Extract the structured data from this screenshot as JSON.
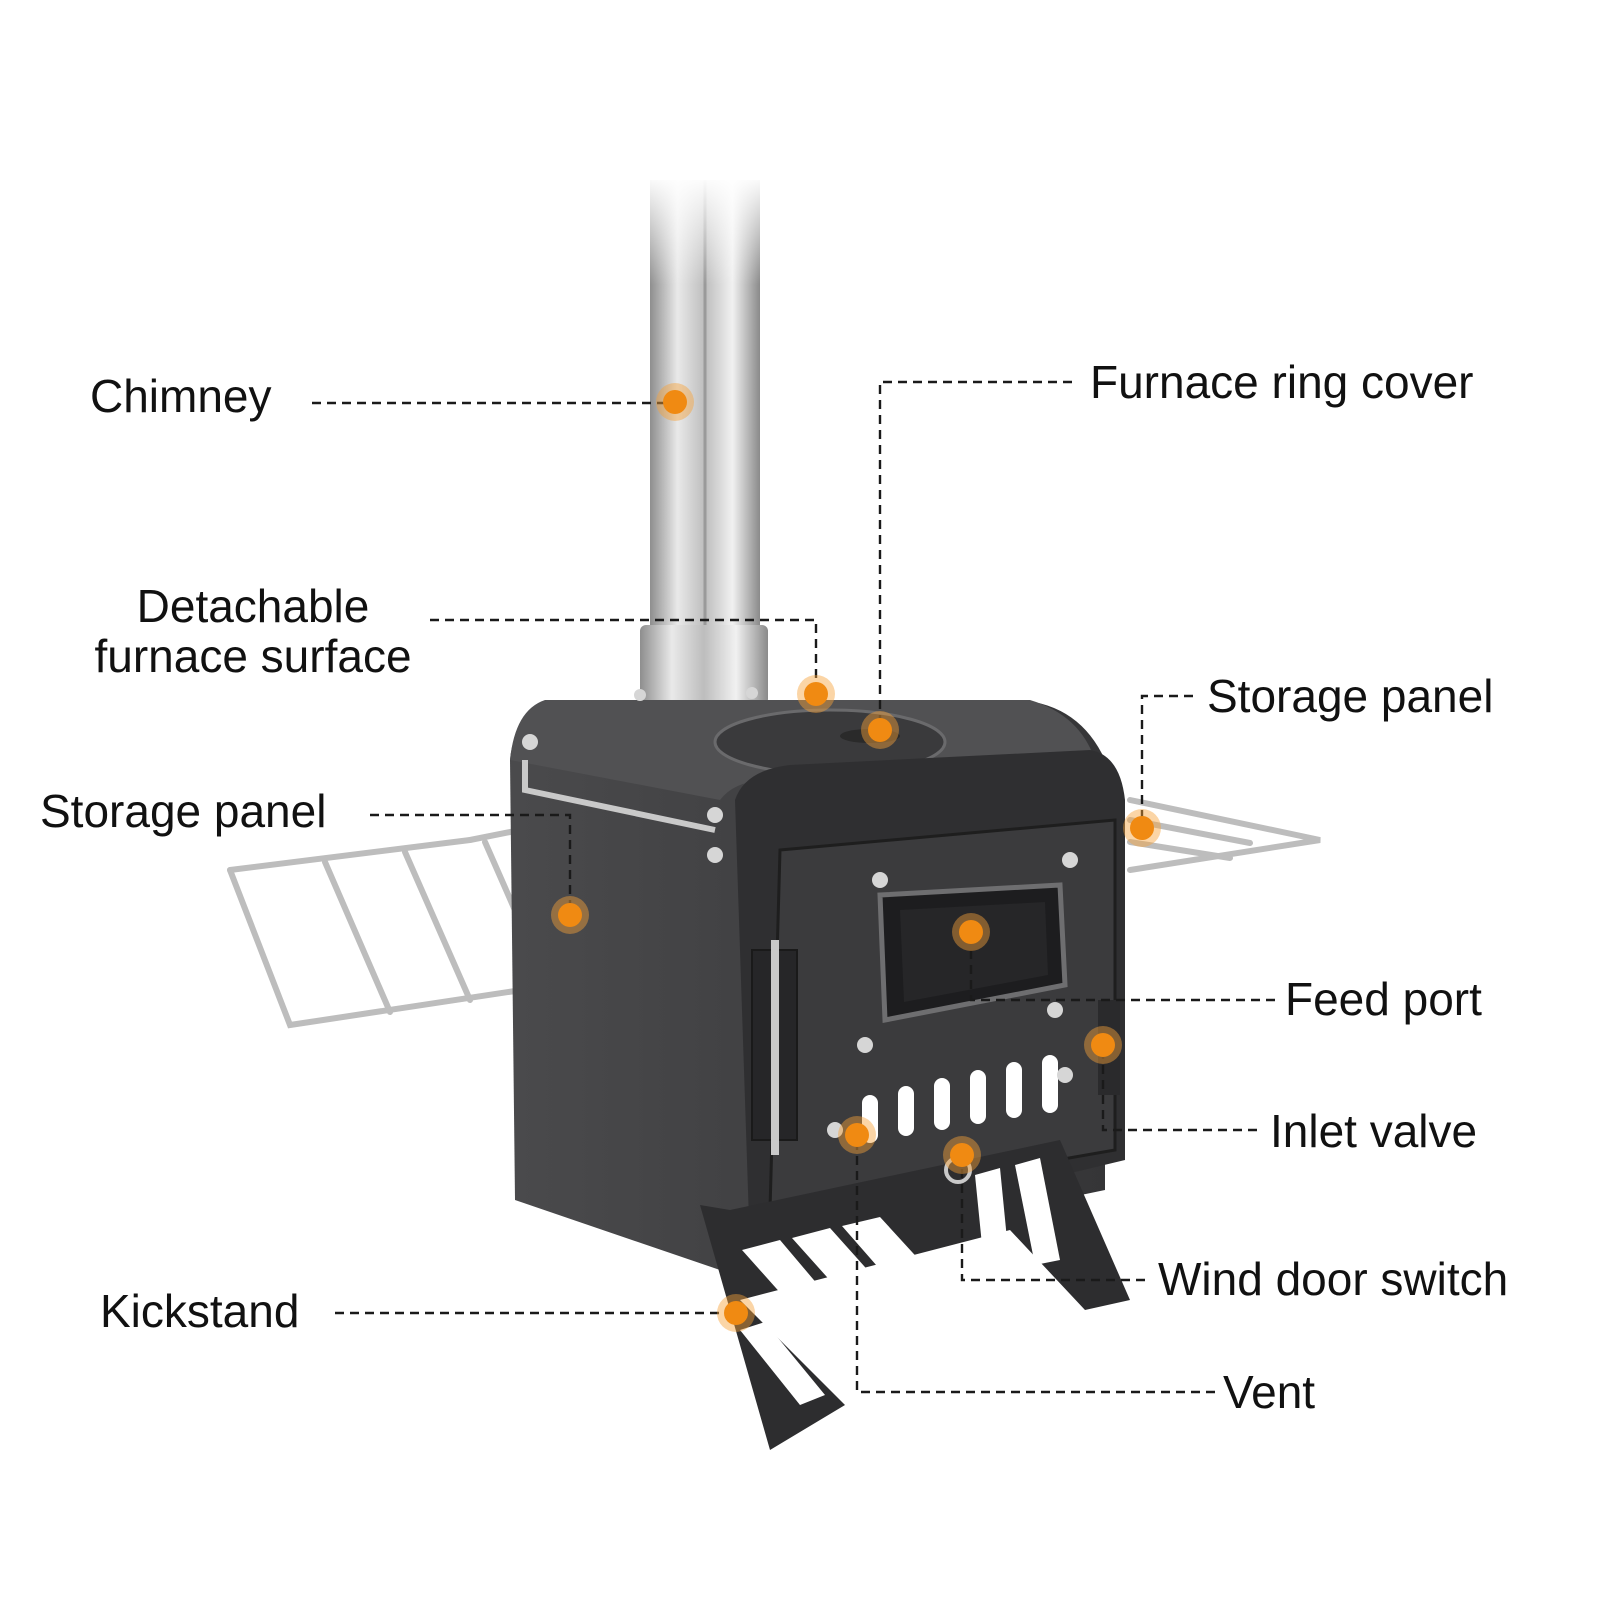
{
  "labels": {
    "chimney": "Chimney",
    "furnace_ring_cover": "Furnace ring cover",
    "detachable_line1": "Detachable",
    "detachable_line2": "furnace surface",
    "storage_panel_right": "Storage panel",
    "storage_panel_left": "Storage panel",
    "feed_port": "Feed port",
    "inlet_valve": "Inlet valve",
    "wind_door_switch": "Wind door switch",
    "kickstand": "Kickstand",
    "vent": "Vent"
  },
  "colors": {
    "marker": "#f08a12",
    "stove_body": "#3c3c3e",
    "stove_front": "#2e2e30",
    "steel": "#c8c8c8",
    "text": "#111111"
  }
}
